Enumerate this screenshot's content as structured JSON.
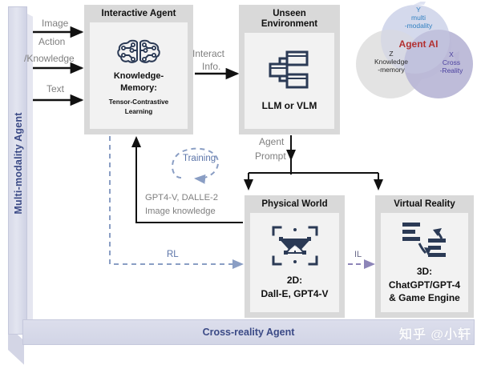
{
  "diagram": {
    "title": "Agent AI cross-reality multi-modality architecture",
    "side_label": "Multi-modality Agent",
    "bottom_label": "Cross-reality Agent",
    "watermark": "知乎 @小轩"
  },
  "nodes": {
    "interactive_agent": {
      "title": "Interactive Agent",
      "icon": "brain-circuit-icon",
      "caption_line1": "Knowledge-",
      "caption_line2": "Memory:",
      "caption_small1": "Tensor-Contrastive",
      "caption_small2": "Learning"
    },
    "unseen_environment": {
      "title_line1": "Unseen",
      "title_line2": "Environment",
      "icon": "node-graph-icon",
      "caption": "LLM or VLM"
    },
    "physical_world": {
      "title": "Physical World",
      "icon": "drone-target-icon",
      "caption_line1": "2D:",
      "caption_line2": "Dall-E, GPT4-V"
    },
    "virtual_reality": {
      "title": "Virtual Reality",
      "icon": "content-sync-icon",
      "caption_line1": "3D:",
      "caption_line2": "ChatGPT/GPT-4",
      "caption_line3": "& Game Engine"
    }
  },
  "arrows": {
    "image": "Image",
    "action": "Action",
    "knowledge": "/Knowledge",
    "text": "Text",
    "interact_line1": "Interact",
    "interact_line2": "Info.",
    "agent_prompt_line1": "Agent",
    "agent_prompt_line2": "Prompt",
    "training": "Training",
    "feedback_line1": "GPT4-V, DALLE-2",
    "feedback_line2": "Image knowledge",
    "rl": "RL",
    "il": "IL"
  },
  "venn": {
    "center_label": "Agent AI",
    "y_axis_letter": "Y",
    "y_line1": "multi",
    "y_line2": "-modality",
    "x_axis_letter": "X",
    "x_line1": "Cross",
    "x_line2": "-Reality",
    "z_axis_letter": "Z",
    "z_line1": "Knowledge",
    "z_line2": "-memory"
  },
  "colors": {
    "accent_blue": "#3b4a86",
    "node_fill": "#d9d9d9",
    "node_inner": "#f2f2f2",
    "icon_navy": "#2b3a55",
    "agent_ai_red": "#b33131",
    "dashed_blue": "#8a9ec4",
    "venn_y": "#2f7fc0",
    "venn_x": "#4a3f9e"
  }
}
